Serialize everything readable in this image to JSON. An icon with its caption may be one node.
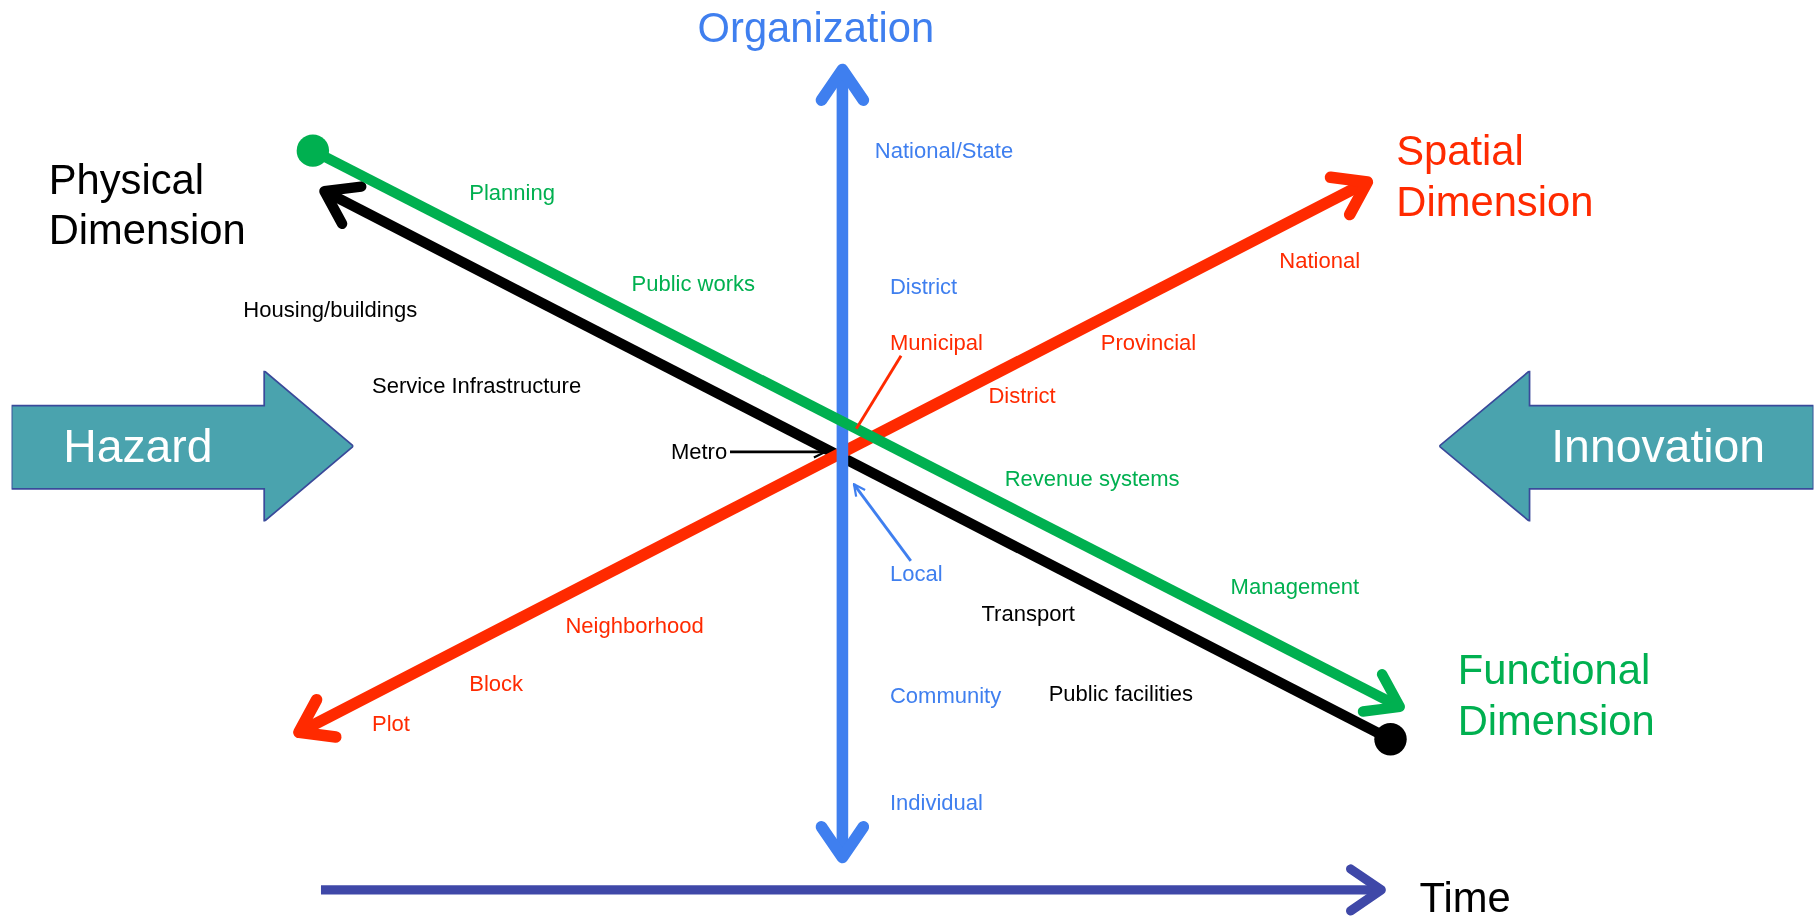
{
  "diagram": {
    "nodes": [
      {
        "text": [
          "Hazard"
        ]
      },
      {
        "text": [
          "Innovation"
        ]
      },
      {
        "text": [
          "Municipal"
        ]
      },
      {
        "text": [
          "Metro"
        ]
      },
      {
        "text": [
          "Local"
        ]
      }
    ],
    "edges": [
      {
        "from": 2,
        "to": null,
        "arrow": "none",
        "color": "#ff2a00"
      },
      {
        "from": 3,
        "to": null,
        "arrow": "to",
        "color": "#000000"
      },
      {
        "from": 4,
        "to": null,
        "arrow": "to",
        "color": "#3f7fef"
      }
    ],
    "labels": [
      "Organization",
      "National/State",
      "Spatial Dimension",
      "Physical Dimension",
      "Planning",
      "National",
      "Public works",
      "District",
      "Housing/buildings",
      "Provincial",
      "Service Infrastructure",
      "District",
      "Revenue systems",
      "Management",
      "Transport",
      "Neighborhood",
      "Functional Dimension",
      "Block",
      "Community",
      "Public facilities",
      "Plot",
      "Individual",
      "Time"
    ]
  }
}
